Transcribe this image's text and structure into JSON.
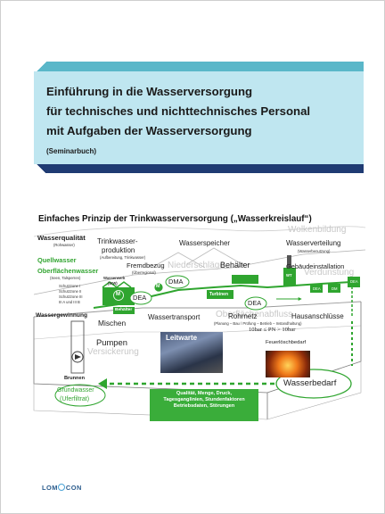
{
  "title": {
    "line1": "Einführung in die Wasserversorgung",
    "line2": "für technisches und nichttechnisches Personal",
    "line3": "mit Aufgaben der Wasserversorgung",
    "subtitle": "(Seminarbuch)"
  },
  "diagram": {
    "heading": "Einfaches Prinzip der Trinkwasserversorgung („Wasserkreislauf“)",
    "wasserqualitaet": "Wasserqualität",
    "rohwasser": "(Rohwasser)",
    "quellwasser": "Quellwasser",
    "oberflaechenwasser": "Oberflächenwasser",
    "seen": "(Seen, Talsperren)",
    "schutzzonen": [
      "Schutzzone I",
      "Schutzzone II",
      "Schutzzone III",
      "III A und III B"
    ],
    "wassergewinnung": "Wassergewinnung",
    "brunnen": "Brunnen",
    "grundwasser": "Grundwasser",
    "uferfiltrat": "(Uferfiltrat)",
    "trinkwasserproduktion": "Trinkwasser-",
    "produktion": "produktion",
    "aufbereitung": "(Aufbereitung, Trinkwasser)",
    "wasserwerk": "Wasserwerk",
    "ww": "(WW)",
    "fremdbezug": "Fremdbezug",
    "ueberregional": "(Überregional)",
    "m": "M",
    "dea": "DEA",
    "dma": "DMA",
    "behaelter_small": "Behälter",
    "mischen": "Mischen",
    "pumpen": "Pumpen",
    "wasserspeicher": "Wasserspeicher",
    "behaelter": "Behälter",
    "turbinen": "Turbinen",
    "wassertransport": "Wassertransport",
    "rohrnetz": "Rohrnetz",
    "planung": "(Planung – Bau / Prüfung – Betrieb – Instandhaltung)",
    "druck": "10bar ≤ PN > 10bar",
    "wasserverteilung": "Wasserverteilung",
    "wasserbenutzung": "(Wasserbenutzung)",
    "gebaeudeinstallation": "Gebäudeinstallation",
    "wt": "WT",
    "dm": "DM",
    "hausanschluesse": "Hausanschlüsse",
    "leitwarte": "Leitwarte",
    "feuerloeschbedarf": "Feuerlöschbedarf",
    "wasserbedarf": "Wasserbedarf",
    "bg_words": [
      "Wolkenbildung",
      "Niederschläge",
      "Verdunstung",
      "Oberflächenabfluss",
      "Versickerung"
    ],
    "info_box": [
      "Qualität, Menge, Druck,",
      "Tagesganglinien, Stundenfaktoren",
      "Betriebsdaten, Störungen"
    ]
  },
  "logo": {
    "left": "LOM",
    "right": "CON"
  },
  "colors": {
    "teal": "#5ab7c9",
    "light_teal": "#bfe6f0",
    "navy": "#1f3b73",
    "green": "#3aad3a"
  }
}
